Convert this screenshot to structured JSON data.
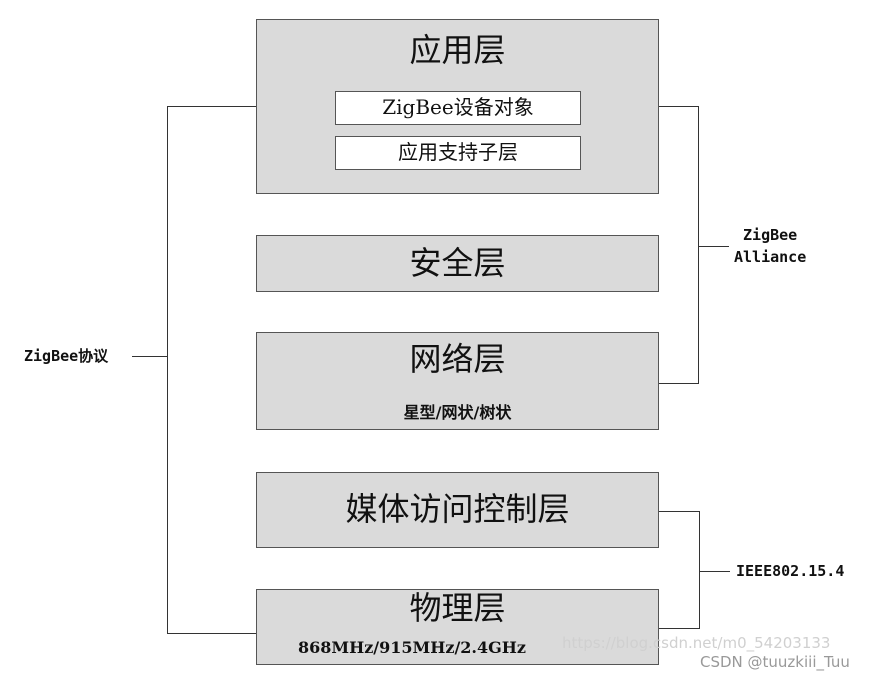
{
  "layers": {
    "application": {
      "title": "应用层",
      "sub": [
        "ZigBee设备对象",
        "应用支持子层"
      ]
    },
    "security": {
      "title": "安全层"
    },
    "network": {
      "title": "网络层",
      "note": "星型/网状/树状"
    },
    "mac": {
      "title": "媒体访问控制层"
    },
    "physical": {
      "title": "物理层",
      "note": "868MHz/915MHz/2.4GHz"
    }
  },
  "labels": {
    "protocol": "ZigBee协议",
    "alliance_line1": "ZigBee",
    "alliance_line2": "Alliance",
    "ieee": "IEEE802.15.4"
  },
  "watermarks": {
    "url": "https://blog.csdn.net/m0_54203133",
    "csdn": "CSDN @tuuzkiii_Tuu"
  },
  "colors": {
    "layer_fill": "#dadada",
    "sublayer_fill": "#ffffff",
    "line": "#333333"
  }
}
